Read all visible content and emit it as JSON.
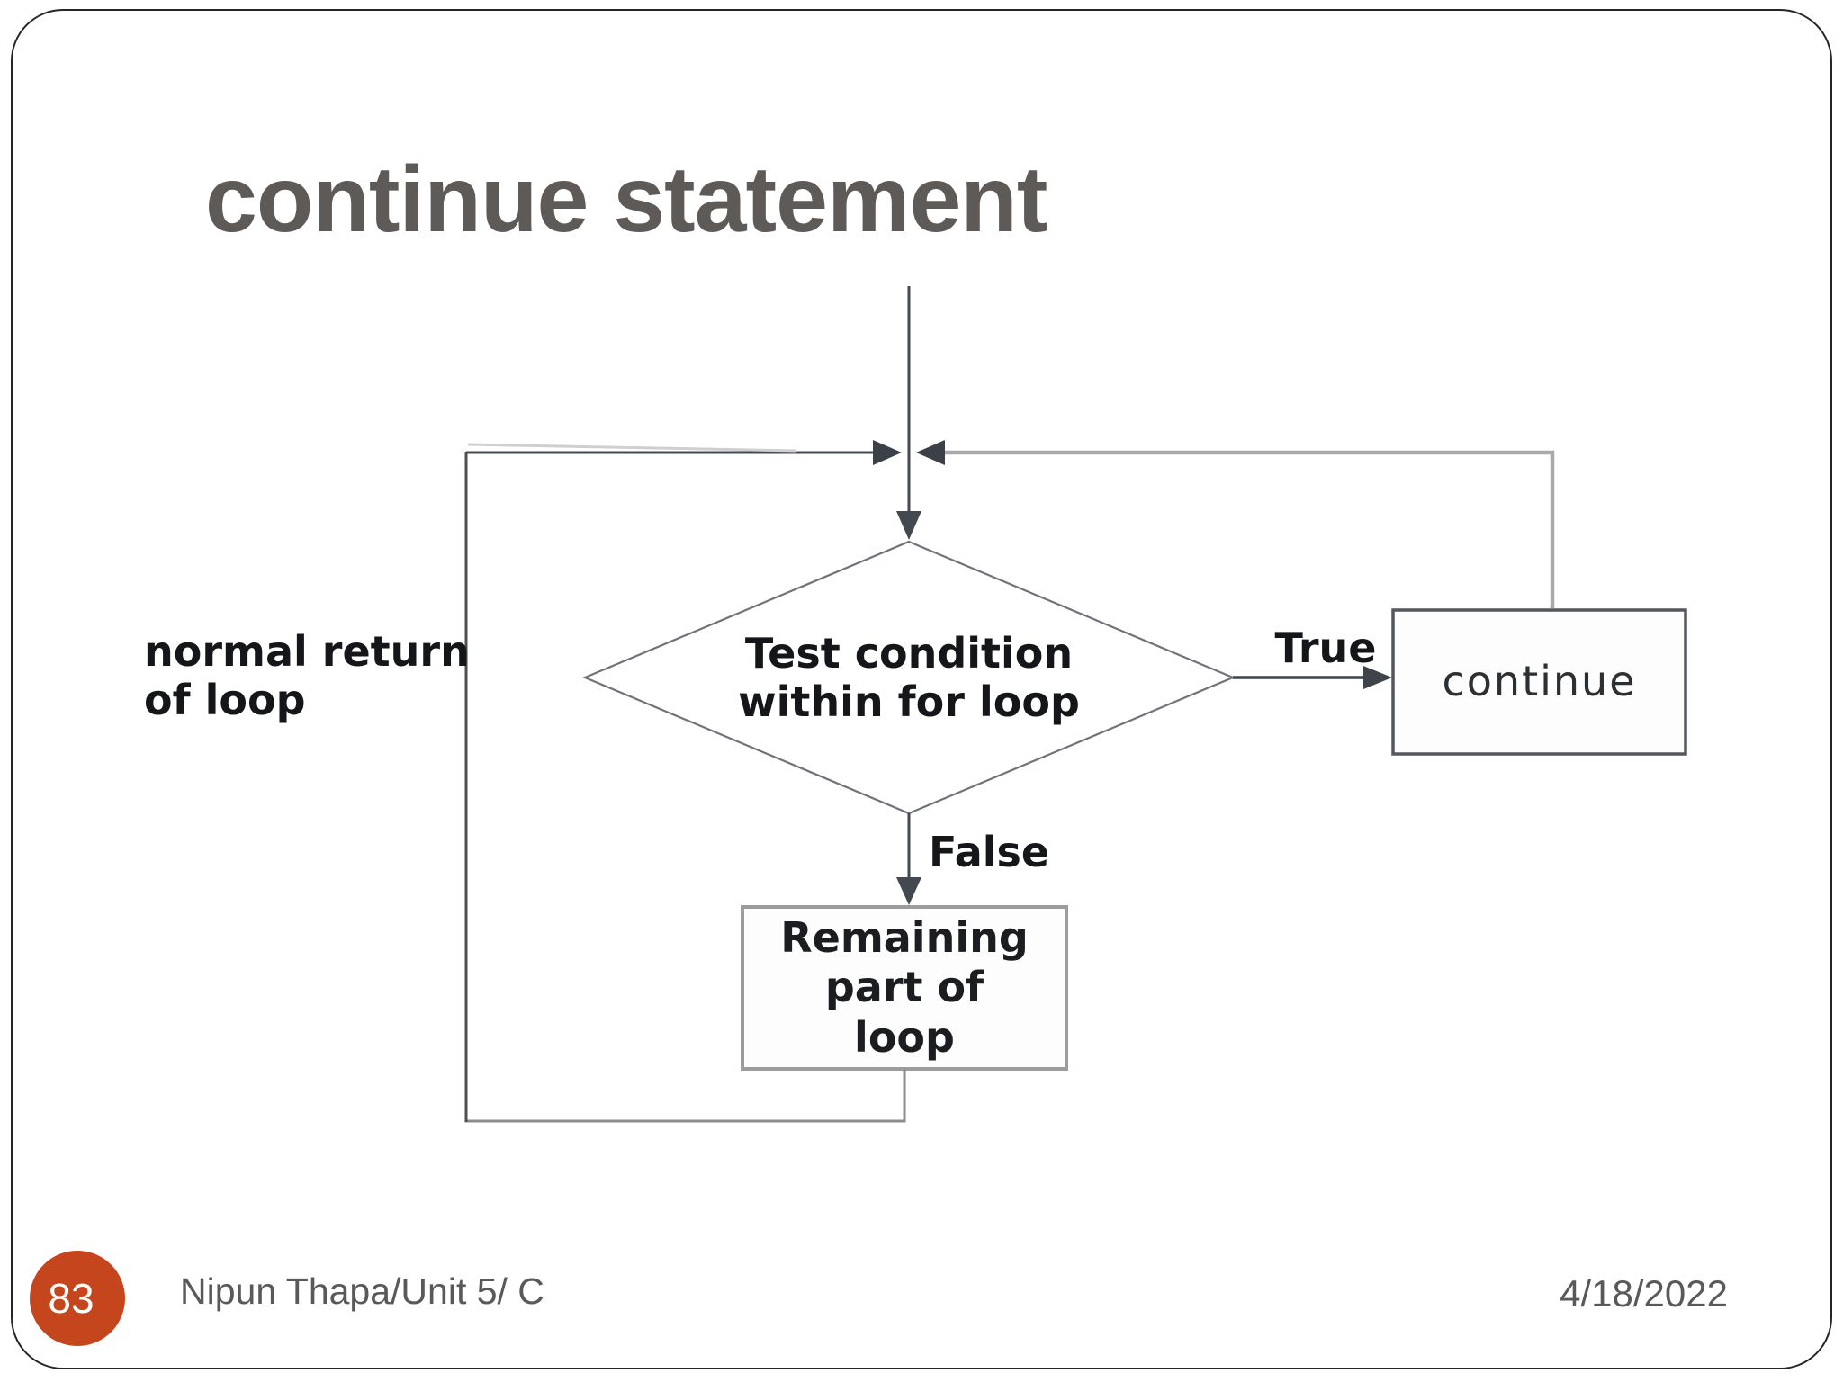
{
  "slide": {
    "title": "continue statement",
    "footer": {
      "page_number": "83",
      "credit": "Nipun Thapa/Unit 5/ C",
      "date": "4/18/2022"
    },
    "colors": {
      "title_gray": "#5e5a58",
      "footer_gray": "#595959",
      "page_circle_orange": "#c5461c",
      "line_dark": "#44484f",
      "line_gray": "#a9a9a9",
      "diamond_border": "#70747a",
      "continue_box_border": "#53575e",
      "remaining_box_border": "#9c9c9c"
    }
  },
  "flowchart": {
    "decision": {
      "line1": "Test condition",
      "line2": "within for loop"
    },
    "true_branch": {
      "label": "True",
      "box_label": "continue"
    },
    "false_branch": {
      "label": "False",
      "box_line1": "Remaining part of",
      "box_line2": "loop"
    },
    "return_label": {
      "line1": "normal return",
      "line2": "of loop"
    }
  }
}
